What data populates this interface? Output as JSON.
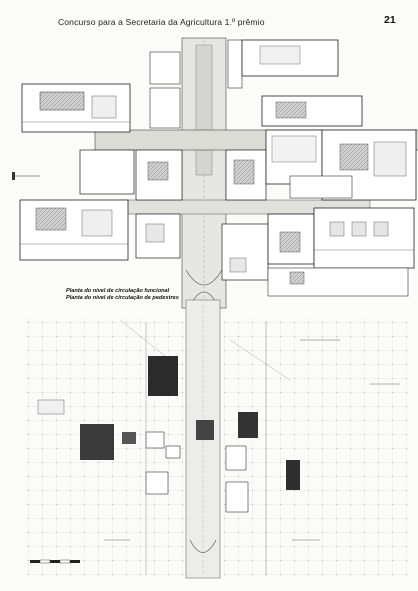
{
  "header": {
    "title": "Concurso para a Secretaria da Agricultura 1.º prêmio",
    "page_number": "21"
  },
  "captions": {
    "plan_functional": "Planta do nível de circulação funcional",
    "plan_pedestrian": "Planta do nível de circulação de pedestres"
  }
}
